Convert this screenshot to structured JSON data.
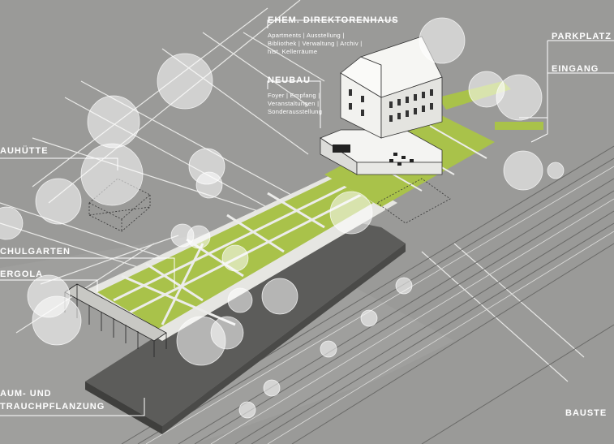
{
  "labels": {
    "direktorenhaus": "EHEM. DIREKTORENHAUS",
    "direktorenhaus_lines": [
      "Apartments | Ausstellung |",
      "Bibliothek | Verwaltung | Archiv |",
      "hist. Kellerräume"
    ],
    "neubau": "NEUBAU",
    "neubau_lines": [
      "Foyer | Empfang |",
      "Veranstaltungen |",
      "Sonderausstellung"
    ],
    "parkplatz": "PARKPLATZ",
    "eingang": "EINGANG",
    "bauhuette": "AUHÜTTE",
    "schulgarten": "CHULGARTEN",
    "pergola": "ERGOLA",
    "pflanzung_1": "AUM- UND",
    "pflanzung_2": "TRAUCHPFLANZUNG",
    "baustelle": "BAUSTE"
  },
  "colors": {
    "background": "#9a9a98",
    "green": "#a9c24a",
    "dark_gray": "#5a5a5a",
    "white": "#ffffff"
  }
}
